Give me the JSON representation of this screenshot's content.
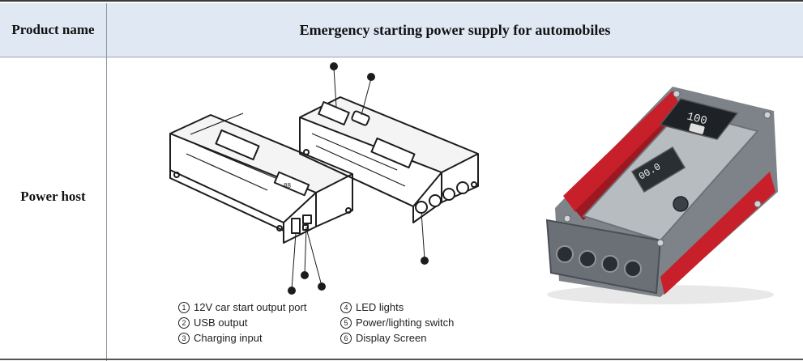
{
  "table": {
    "header": {
      "col1": "Product name",
      "col2": "Emergency starting power supply for automobiles"
    },
    "row1": {
      "label": "Power host"
    }
  },
  "legend": [
    {
      "num": "1",
      "text": "12V car start output port"
    },
    {
      "num": "2",
      "text": "USB output"
    },
    {
      "num": "3",
      "text": "Charging input"
    },
    {
      "num": "4",
      "text": "LED lights"
    },
    {
      "num": "5",
      "text": "Power/lighting switch"
    },
    {
      "num": "6",
      "text": "Display Screen"
    }
  ],
  "device_display": {
    "reading_top": "100",
    "reading_main": "00.0"
  },
  "colors": {
    "header_bg": "#dfe8f3",
    "device_red": "#c8202a",
    "device_gray": "#8b9096"
  }
}
